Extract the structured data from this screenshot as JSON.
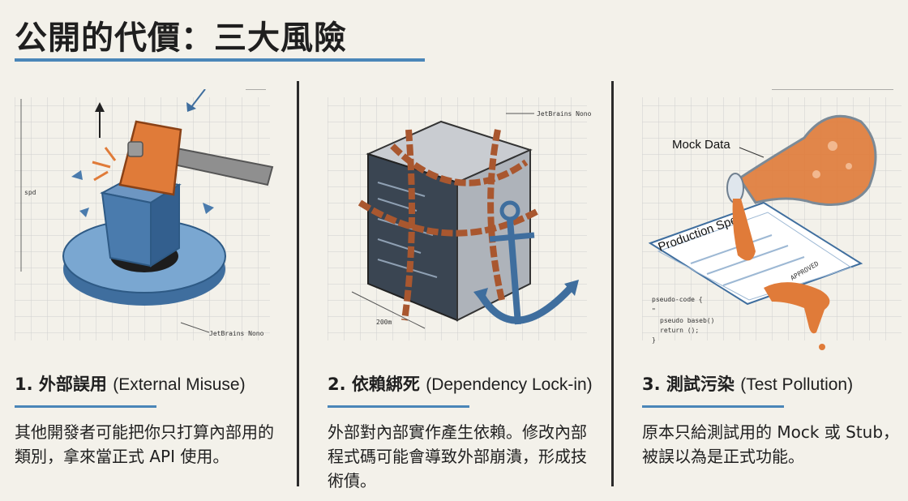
{
  "title": "公開的代價：三大風險",
  "panels": [
    {
      "heading_num": "1. 外部誤用",
      "heading_en": "(External Misuse)",
      "description": "其他開發者可能把你只打算內部用的類別，拿來當正式 API 使用。",
      "annotations": {
        "font_note": "JetBrains Nono",
        "side_note": "spd"
      }
    },
    {
      "heading_num": "2. 依賴綁死",
      "heading_en": "(Dependency Lock-in)",
      "description": "外部對內部實作產生依賴。修改內部程式碼可能會導致外部崩潰，形成技術債。",
      "annotations": {
        "font_note": "JetBrains Nono",
        "axis_note": "200m"
      }
    },
    {
      "heading_num": "3. 測試污染",
      "heading_en": "(Test Pollution)",
      "description": "原本只給測試用的 Mock 或 Stub，被誤以為是正式功能。",
      "annotations": {
        "flask_label": "Mock Data",
        "paper_label": "Production Spec",
        "stamp": "APPROVED",
        "code_lines": [
          "pseudo-code {",
          "\"",
          "pseudo baseb()",
          "return ();",
          "}"
        ]
      }
    }
  ],
  "colors": {
    "accent": "#4a86b8",
    "orange": "#e07b39",
    "rust": "#a9572f",
    "steel": "#3f6e9e"
  }
}
